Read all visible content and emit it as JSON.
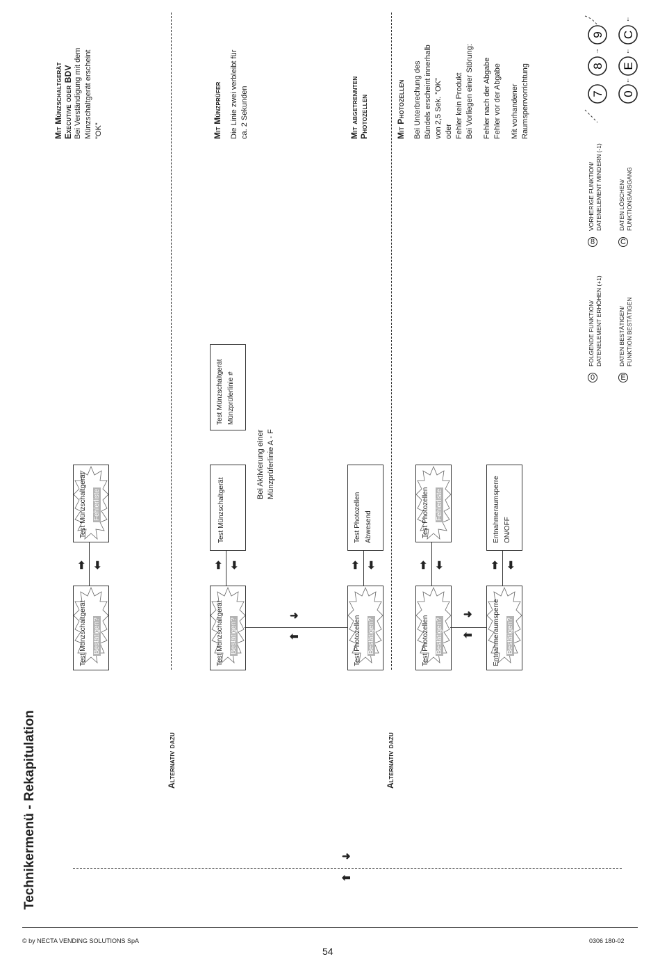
{
  "page_title": "Technikermenü - Rekapitulation",
  "footer": {
    "copyright": "© by NECTA VENDING SOLUTIONS SpA",
    "code": "0306 180-02",
    "page_number": "54"
  },
  "alternativ_label": "Alternativ dazu",
  "boxes": {
    "b1": {
      "line1": "Test Münzschaltgerät",
      "line2": "Bestätigen?"
    },
    "b2": {
      "line1": "Test Münzschaltgerät",
      "line2": "Fehlerliste"
    },
    "b3": {
      "line1": "Test Münzschaltgerät",
      "line2": "Bestätigen?"
    },
    "b4": {
      "line1": "Test Münzschaltgerät",
      "line2": ""
    },
    "b5": {
      "line1": "Test Münzschaltgerät",
      "line2": "Münzprüferlinie #"
    },
    "b6": {
      "line1": "Test Photozellen",
      "line2": "Bestätigen?"
    },
    "b7": {
      "line1": "Test Photozellen",
      "line2": "Abwesend"
    },
    "b8": {
      "line1": "Test Photozellen",
      "line2": "Bestätigen?"
    },
    "b9": {
      "line1": "Test Photozellen",
      "line2": "Fehlerliste"
    },
    "b10": {
      "line1": "Entnahmeraumsperre",
      "line2": "Bestätigen?"
    },
    "b11": {
      "line1": "Entnahmeraumsperre",
      "line2": "ON/OFF"
    }
  },
  "bei_aktivierung": {
    "line1": "Bei Aktivierung einer",
    "line2": "Münzprüferlinie A - F"
  },
  "sections": {
    "s1": {
      "heading1": "Mit Münzschaltgerät",
      "heading2": "Executive oder BDV",
      "lines": [
        "Bei Verständigung mit dem",
        "Münzschaltgerät erscheint",
        "\"OK\""
      ]
    },
    "s2": {
      "heading1": "Mit Münzprüfer",
      "lines": [
        "Die Linie zwei verbleibt für",
        "ca. 2 Sekunden"
      ]
    },
    "s3": {
      "heading1": "Mit abgetrennten",
      "heading2": "Photozellen"
    },
    "s4": {
      "heading1": "Mit Photozellen",
      "lines": [
        "Bei Unterbrechung des",
        "Bündels erscheint innerhalb",
        "von 2,5 Sek. \"OK\"",
        "oder",
        "Fehler kein Produkt",
        "Bei Vorliegen einer Störung:"
      ],
      "lines2": [
        "Fehler nach der Abgabe",
        "Fehler vor der Abgabe"
      ],
      "lines3": [
        "Mit vorhandener",
        "Raumsperrvorrichtung"
      ]
    }
  },
  "legend": {
    "k0": {
      "symbol": "0",
      "line1": "Folgende Funktion/",
      "line2": "Datenelement erhöhen (+1)"
    },
    "k8": {
      "symbol": "8",
      "line1": "Vorherige Funktion/",
      "line2": "Datenelement mindern (-1)"
    },
    "kE": {
      "symbol": "E",
      "line1": "Daten bestätigen/",
      "line2": "Funktion bestätigen"
    },
    "kC": {
      "symbol": "C",
      "line1": "Daten löschen/",
      "line2": "Funktionsausgang"
    }
  },
  "keypad": {
    "k7": "7",
    "k8": "8",
    "k9": "9",
    "k0": "0",
    "kE": "E",
    "kC": "C"
  }
}
